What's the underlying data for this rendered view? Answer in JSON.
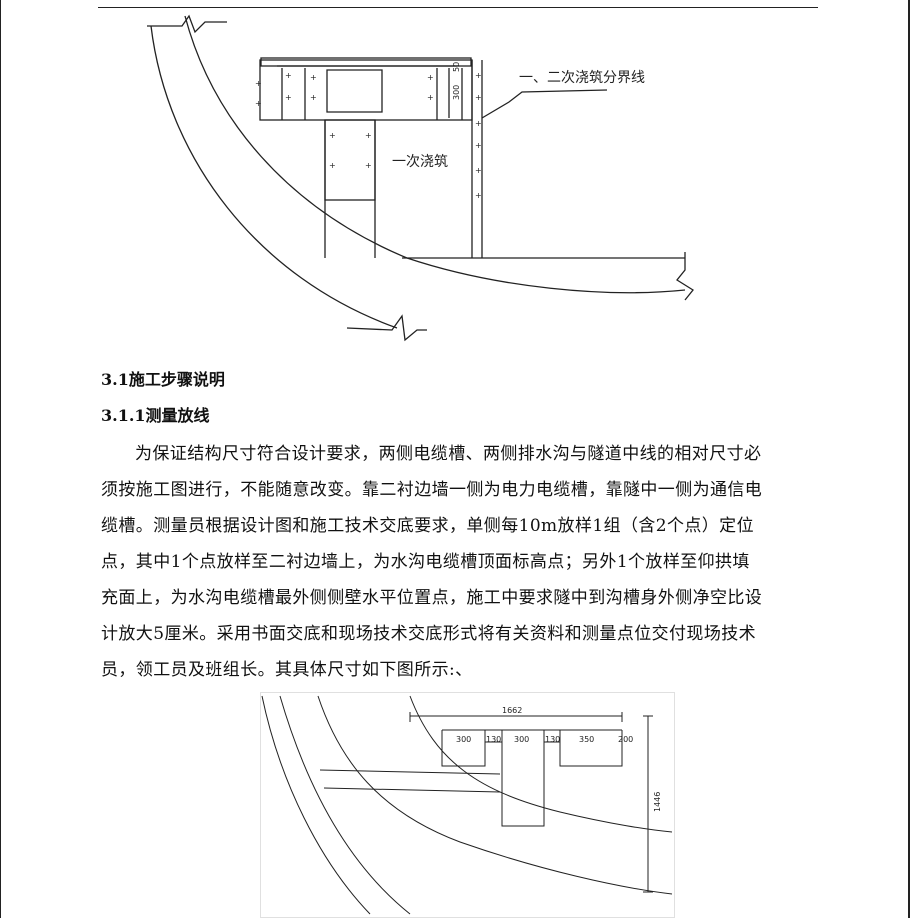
{
  "figure1": {
    "callout_label": "一、二次浇筑分界线",
    "pour_label": "一次浇筑",
    "dim_300": "300",
    "dim_50": "50"
  },
  "section": {
    "heading": "3.1施工步骤说明",
    "subheading": "3.1.1测量放线",
    "paragraph_lines": [
      "为保证结构尺寸符合设计要求，两侧电缆槽、两侧排水沟与隧道中线的相对尺寸必",
      "须按施工图进行，不能随意改变。靠二衬边墙一侧为电力电缆槽，靠隧中一侧为通信电",
      "缆槽。测量员根据设计图和施工技术交底要求，单侧每10m放样1组（含2个点）定位",
      "点，其中1个点放样至二衬边墙上，为水沟电缆槽顶面标高点；另外1个放样至仰拱填",
      "充面上，为水沟电缆槽最外侧侧壁水平位置点，施工中要求隧中到沟槽身外侧净空比设",
      "计放大5厘米。采用书面交底和现场技术交底形式将有关资料和测量点位交付现场技术",
      "员，领工员及班组长。其具体尺寸如下图所示:、"
    ]
  },
  "figure2": {
    "total_width": "1662",
    "segments": [
      "300",
      "130",
      "300",
      "130",
      "350",
      "200"
    ],
    "height": "1446"
  }
}
